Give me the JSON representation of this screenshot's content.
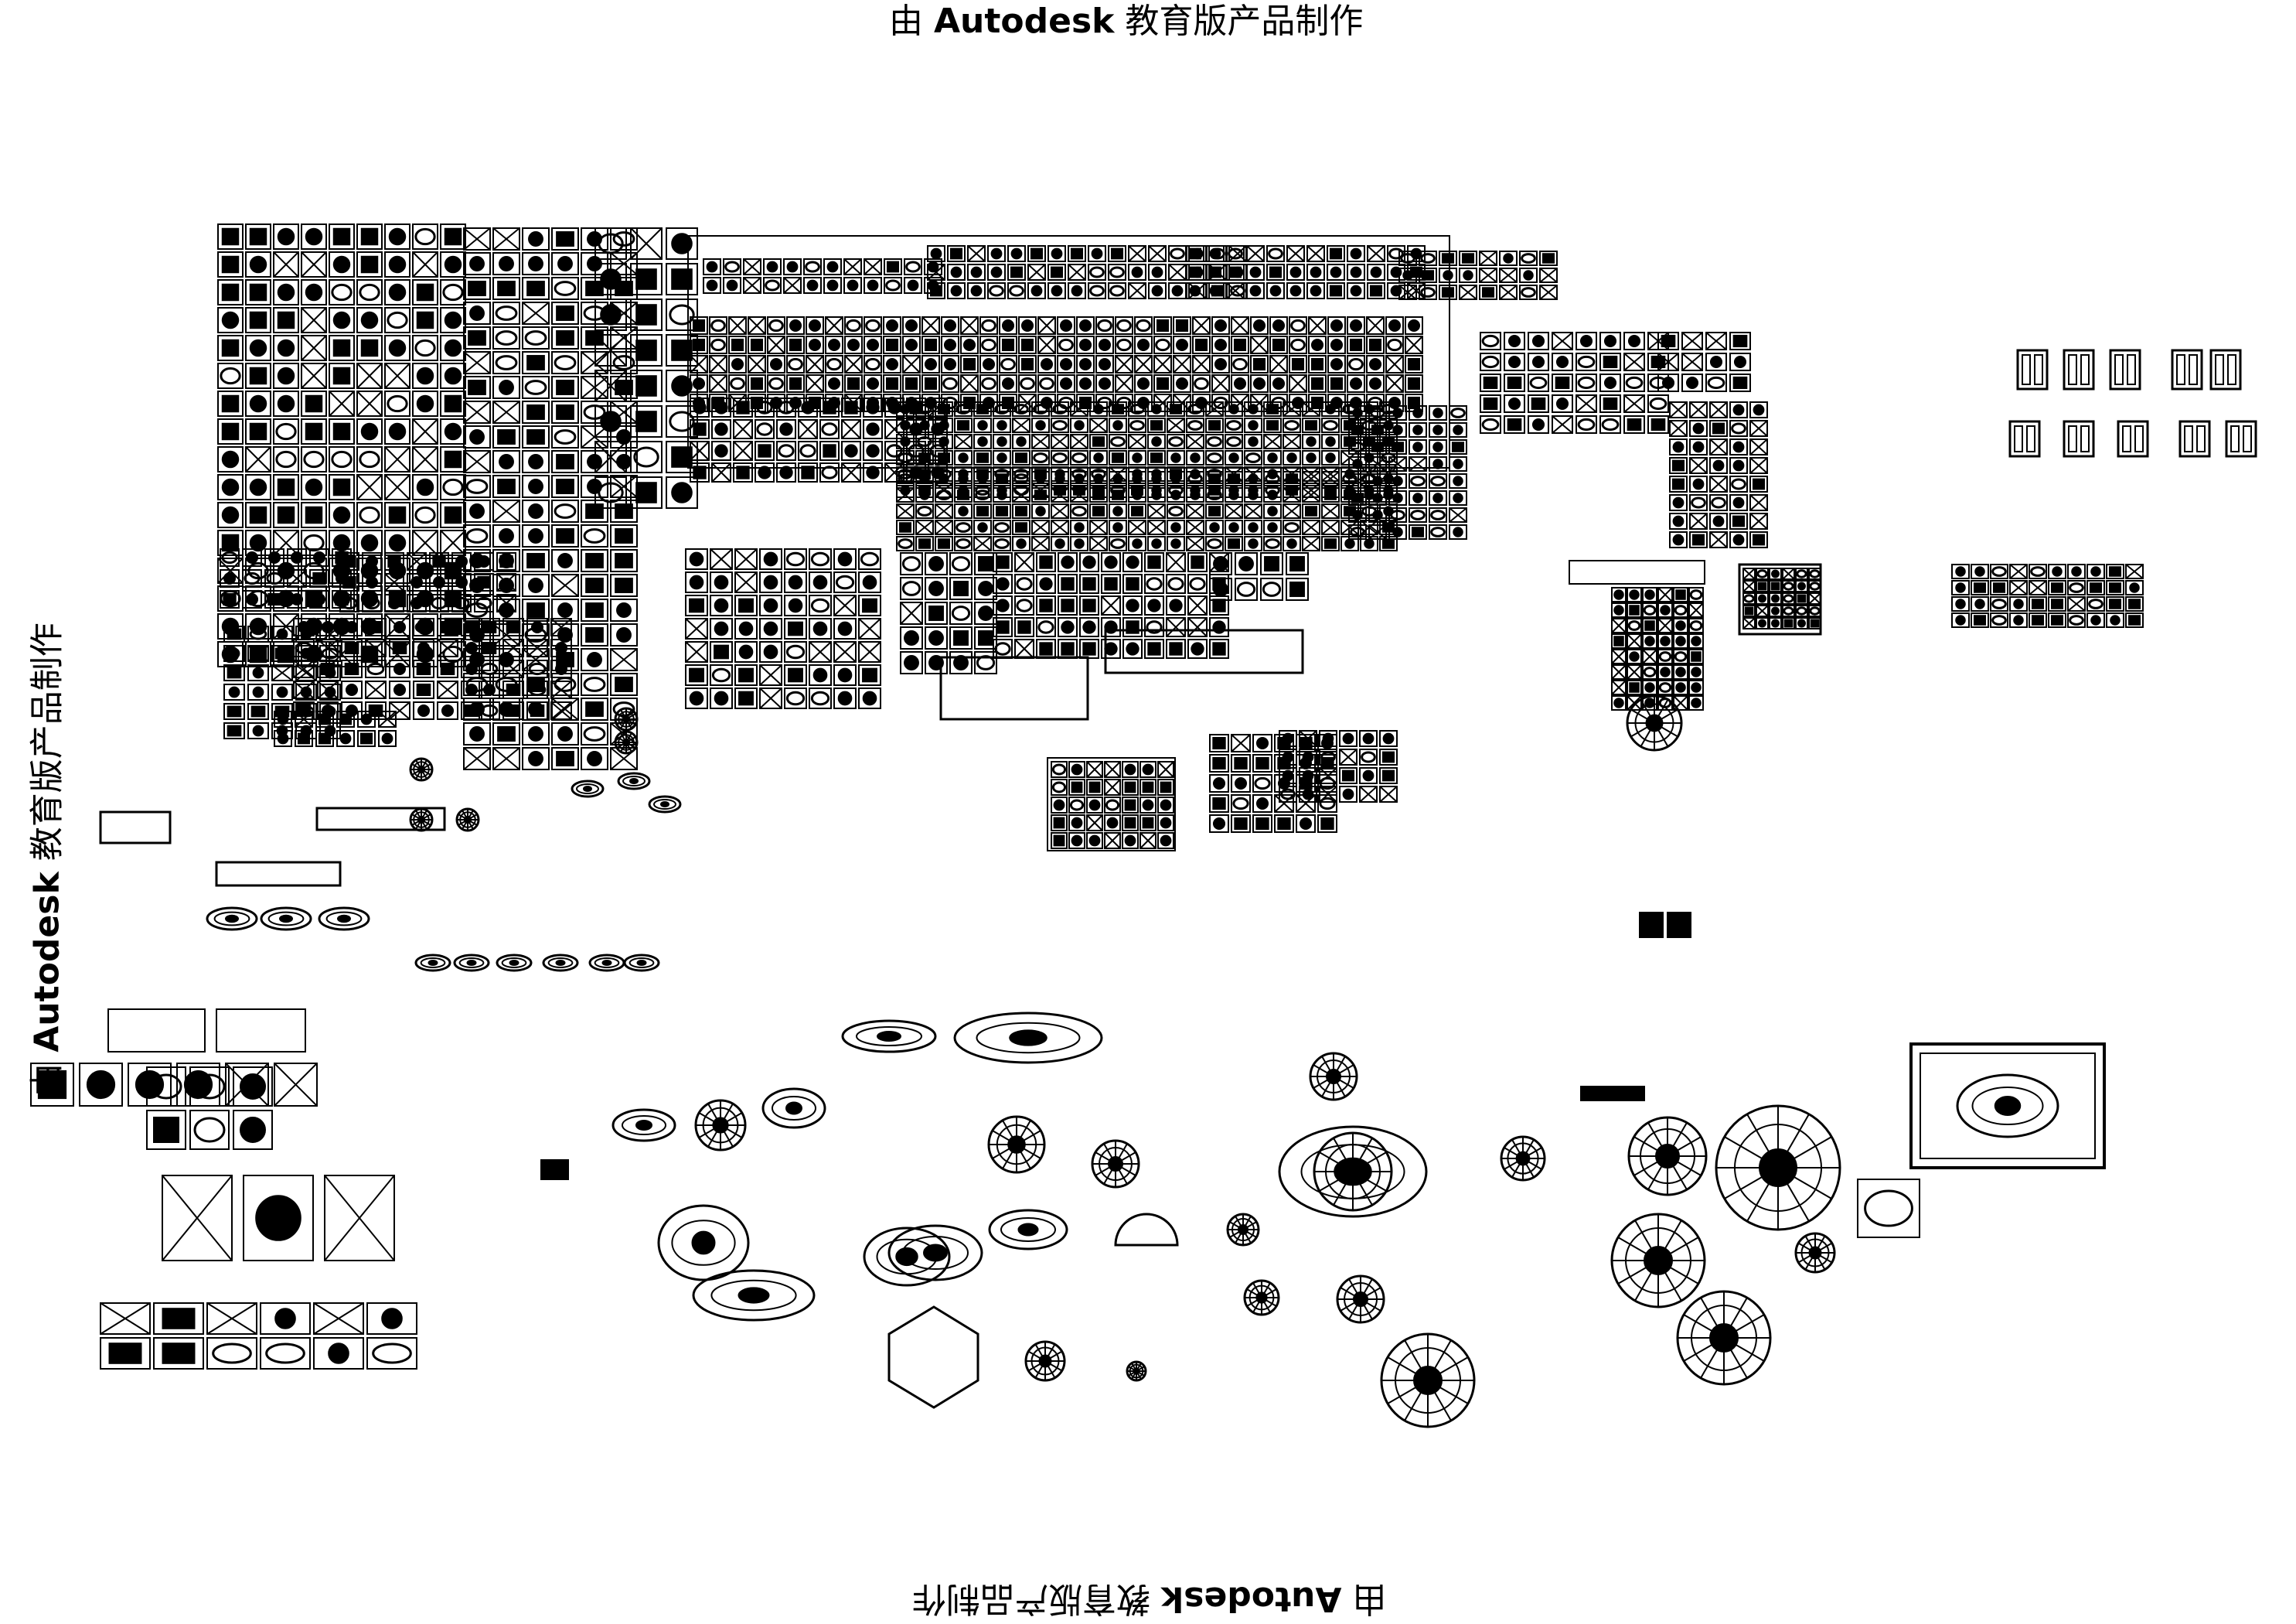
{
  "watermark": {
    "prefix": "由 ",
    "brand": "Autodesk",
    "suffix": " 教育版产品制作"
  },
  "colors": {
    "background": "#ffffff",
    "linework": "#000000"
  },
  "icons": {
    "tile": "square-pattern-icon",
    "medallion": "round-medallion-icon",
    "oval": "oval-medallion-icon",
    "panel": "carved-panel-icon",
    "door": "door-elevation-icon"
  }
}
